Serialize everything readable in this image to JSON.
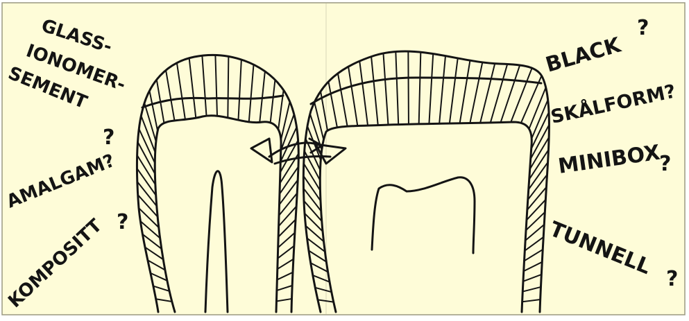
{
  "colors": {
    "paper": "#fefcd8",
    "ink": "#141414",
    "fold_line": "#d8d6b8",
    "margin": "#ffffff"
  },
  "labels_left": {
    "glass_ionomer_line1": "GLASS-",
    "glass_ionomer_line2": "IONOMER-",
    "glass_ionomer_line3": "SEMENT",
    "glass_ionomer_q": "?",
    "amalgam": "AMALGAM?",
    "kompositt": "KOMPOSITT",
    "kompositt_q": "?"
  },
  "labels_right": {
    "black": "BLACK",
    "black_q": "?",
    "skalform": "SKÅLFORM?",
    "minibox": "MINIBOX",
    "minibox_q": "?",
    "tunnell": "TUNNELL",
    "tunnell_q": "?"
  },
  "diagram": {
    "left_tooth": "molar-left",
    "right_tooth": "molar-right",
    "enamel_stripes": "hatched-enamel-layer",
    "cavity": "proximal-cavity-arrow"
  }
}
